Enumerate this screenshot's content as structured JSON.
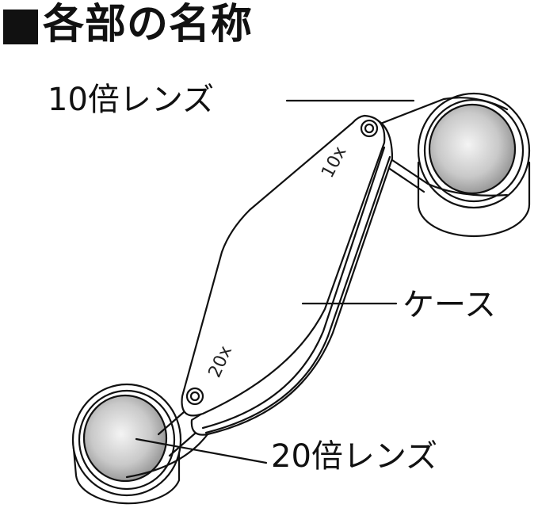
{
  "title": {
    "marker_icon": "black-square-icon",
    "text": "各部の名称"
  },
  "callouts": {
    "lens_10x": "10倍レンズ",
    "case": "ケース",
    "lens_20x": "20倍レンズ"
  },
  "engravings": {
    "mark_10x": "10x",
    "mark_20x": "20x"
  },
  "colors": {
    "line": "#111111",
    "lens_glass": "#c8c8c8",
    "background": "#ffffff"
  }
}
